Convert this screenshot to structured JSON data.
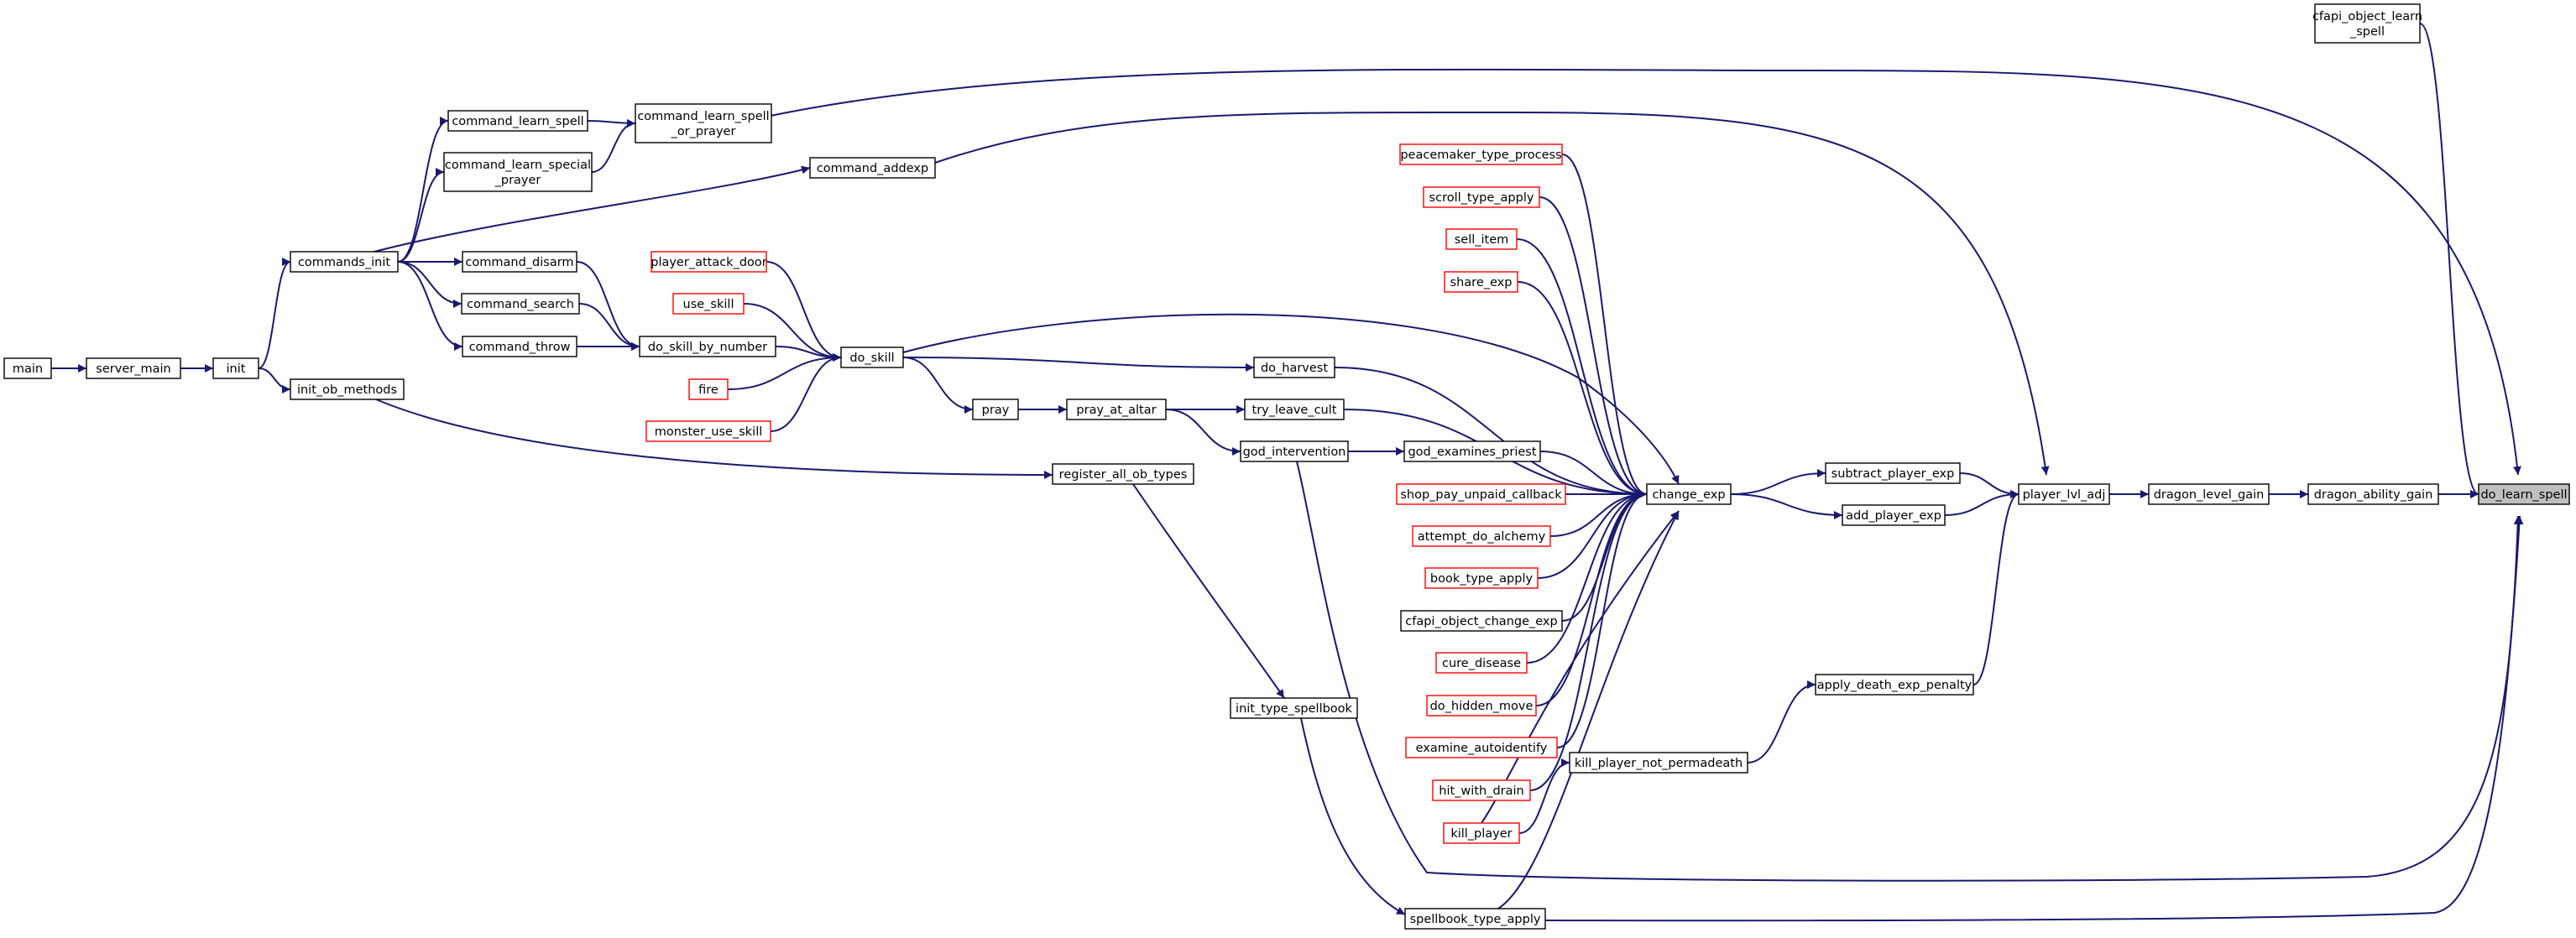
{
  "colors": {
    "edge": "#191970",
    "node_border": "#000000",
    "node_border_incomplete": "#ff0000",
    "node_fill": "#ffffff",
    "focus_fill": "#bfbfbf"
  },
  "graph": {
    "focus_node": "do_learn_spell",
    "nodes": [
      {
        "id": "cfapi_object_learn_spell",
        "lines": [
          "cfapi_object_learn",
          "_spell"
        ],
        "border": "black"
      },
      {
        "id": "do_learn_spell",
        "lines": [
          "do_learn_spell"
        ],
        "border": "black",
        "focus": true
      },
      {
        "id": "dragon_ability_gain",
        "lines": [
          "dragon_ability_gain"
        ],
        "border": "black"
      },
      {
        "id": "dragon_level_gain",
        "lines": [
          "dragon_level_gain"
        ],
        "border": "black"
      },
      {
        "id": "player_lvl_adj",
        "lines": [
          "player_lvl_adj"
        ],
        "border": "black"
      },
      {
        "id": "subtract_player_exp",
        "lines": [
          "subtract_player_exp"
        ],
        "border": "black"
      },
      {
        "id": "add_player_exp",
        "lines": [
          "add_player_exp"
        ],
        "border": "black"
      },
      {
        "id": "apply_death_exp_penalty",
        "lines": [
          "apply_death_exp_penalty"
        ],
        "border": "black"
      },
      {
        "id": "kill_player_not_permadeath",
        "lines": [
          "kill_player_not_permadeath"
        ],
        "border": "black"
      },
      {
        "id": "change_exp",
        "lines": [
          "change_exp"
        ],
        "border": "black"
      },
      {
        "id": "peacemaker_type_process",
        "lines": [
          "peacemaker_type_process"
        ],
        "border": "red"
      },
      {
        "id": "scroll_type_apply",
        "lines": [
          "scroll_type_apply"
        ],
        "border": "red"
      },
      {
        "id": "sell_item",
        "lines": [
          "sell_item"
        ],
        "border": "red"
      },
      {
        "id": "share_exp",
        "lines": [
          "share_exp"
        ],
        "border": "red"
      },
      {
        "id": "god_examines_priest",
        "lines": [
          "god_examines_priest"
        ],
        "border": "black"
      },
      {
        "id": "shop_pay_unpaid_callback",
        "lines": [
          "shop_pay_unpaid_callback"
        ],
        "border": "red"
      },
      {
        "id": "attempt_do_alchemy",
        "lines": [
          "attempt_do_alchemy"
        ],
        "border": "red"
      },
      {
        "id": "book_type_apply",
        "lines": [
          "book_type_apply"
        ],
        "border": "red"
      },
      {
        "id": "cfapi_object_change_exp",
        "lines": [
          "cfapi_object_change_exp"
        ],
        "border": "black"
      },
      {
        "id": "cure_disease",
        "lines": [
          "cure_disease"
        ],
        "border": "red"
      },
      {
        "id": "do_hidden_move",
        "lines": [
          "do_hidden_move"
        ],
        "border": "red"
      },
      {
        "id": "examine_autoidentify",
        "lines": [
          "examine_autoidentify"
        ],
        "border": "red"
      },
      {
        "id": "hit_with_drain",
        "lines": [
          "hit_with_drain"
        ],
        "border": "red"
      },
      {
        "id": "kill_player",
        "lines": [
          "kill_player"
        ],
        "border": "red"
      },
      {
        "id": "do_harvest",
        "lines": [
          "do_harvest"
        ],
        "border": "black"
      },
      {
        "id": "try_leave_cult",
        "lines": [
          "try_leave_cult"
        ],
        "border": "black"
      },
      {
        "id": "god_intervention",
        "lines": [
          "god_intervention"
        ],
        "border": "black"
      },
      {
        "id": "pray_at_altar",
        "lines": [
          "pray_at_altar"
        ],
        "border": "black"
      },
      {
        "id": "pray",
        "lines": [
          "pray"
        ],
        "border": "black"
      },
      {
        "id": "do_skill",
        "lines": [
          "do_skill"
        ],
        "border": "black"
      },
      {
        "id": "player_attack_door",
        "lines": [
          "player_attack_door"
        ],
        "border": "red"
      },
      {
        "id": "use_skill",
        "lines": [
          "use_skill"
        ],
        "border": "red"
      },
      {
        "id": "do_skill_by_number",
        "lines": [
          "do_skill_by_number"
        ],
        "border": "black"
      },
      {
        "id": "fire",
        "lines": [
          "fire"
        ],
        "border": "red"
      },
      {
        "id": "monster_use_skill",
        "lines": [
          "monster_use_skill"
        ],
        "border": "red"
      },
      {
        "id": "command_disarm",
        "lines": [
          "command_disarm"
        ],
        "border": "black"
      },
      {
        "id": "command_search",
        "lines": [
          "command_search"
        ],
        "border": "black"
      },
      {
        "id": "command_throw",
        "lines": [
          "command_throw"
        ],
        "border": "black"
      },
      {
        "id": "commands_init",
        "lines": [
          "commands_init"
        ],
        "border": "black"
      },
      {
        "id": "command_learn_spell",
        "lines": [
          "command_learn_spell"
        ],
        "border": "black"
      },
      {
        "id": "command_learn_special_prayer",
        "lines": [
          "command_learn_special",
          "_prayer"
        ],
        "border": "black"
      },
      {
        "id": "command_learn_spell_or_prayer",
        "lines": [
          "command_learn_spell",
          "_or_prayer"
        ],
        "border": "black"
      },
      {
        "id": "command_addexp",
        "lines": [
          "command_addexp"
        ],
        "border": "black"
      },
      {
        "id": "init",
        "lines": [
          "init"
        ],
        "border": "black"
      },
      {
        "id": "server_main",
        "lines": [
          "server_main"
        ],
        "border": "black"
      },
      {
        "id": "main",
        "lines": [
          "main"
        ],
        "border": "black"
      },
      {
        "id": "init_ob_methods",
        "lines": [
          "init_ob_methods"
        ],
        "border": "black"
      },
      {
        "id": "register_all_ob_types",
        "lines": [
          "register_all_ob_types"
        ],
        "border": "black"
      },
      {
        "id": "init_type_spellbook",
        "lines": [
          "init_type_spellbook"
        ],
        "border": "black"
      },
      {
        "id": "spellbook_type_apply",
        "lines": [
          "spellbook_type_apply"
        ],
        "border": "black"
      }
    ],
    "edges": [
      [
        "cfapi_object_learn_spell",
        "do_learn_spell"
      ],
      [
        "dragon_ability_gain",
        "do_learn_spell"
      ],
      [
        "dragon_level_gain",
        "dragon_ability_gain"
      ],
      [
        "player_lvl_adj",
        "dragon_level_gain"
      ],
      [
        "subtract_player_exp",
        "player_lvl_adj"
      ],
      [
        "add_player_exp",
        "player_lvl_adj"
      ],
      [
        "apply_death_exp_penalty",
        "player_lvl_adj"
      ],
      [
        "command_addexp",
        "player_lvl_adj"
      ],
      [
        "change_exp",
        "subtract_player_exp"
      ],
      [
        "change_exp",
        "add_player_exp"
      ],
      [
        "kill_player_not_permadeath",
        "apply_death_exp_penalty"
      ],
      [
        "kill_player",
        "kill_player_not_permadeath"
      ],
      [
        "peacemaker_type_process",
        "change_exp"
      ],
      [
        "scroll_type_apply",
        "change_exp"
      ],
      [
        "sell_item",
        "change_exp"
      ],
      [
        "share_exp",
        "change_exp"
      ],
      [
        "god_examines_priest",
        "change_exp"
      ],
      [
        "shop_pay_unpaid_callback",
        "change_exp"
      ],
      [
        "attempt_do_alchemy",
        "change_exp"
      ],
      [
        "book_type_apply",
        "change_exp"
      ],
      [
        "cfapi_object_change_exp",
        "change_exp"
      ],
      [
        "cure_disease",
        "change_exp"
      ],
      [
        "do_hidden_move",
        "change_exp"
      ],
      [
        "examine_autoidentify",
        "change_exp"
      ],
      [
        "hit_with_drain",
        "change_exp"
      ],
      [
        "kill_player",
        "change_exp"
      ],
      [
        "do_harvest",
        "change_exp"
      ],
      [
        "try_leave_cult",
        "change_exp"
      ],
      [
        "do_skill",
        "change_exp"
      ],
      [
        "spellbook_type_apply",
        "change_exp"
      ],
      [
        "god_intervention",
        "god_examines_priest"
      ],
      [
        "do_skill",
        "do_harvest"
      ],
      [
        "pray_at_altar",
        "try_leave_cult"
      ],
      [
        "pray_at_altar",
        "god_intervention"
      ],
      [
        "pray",
        "pray_at_altar"
      ],
      [
        "do_skill",
        "pray"
      ],
      [
        "player_attack_door",
        "do_skill"
      ],
      [
        "use_skill",
        "do_skill"
      ],
      [
        "do_skill_by_number",
        "do_skill"
      ],
      [
        "fire",
        "do_skill"
      ],
      [
        "monster_use_skill",
        "do_skill"
      ],
      [
        "command_disarm",
        "do_skill_by_number"
      ],
      [
        "command_search",
        "do_skill_by_number"
      ],
      [
        "command_throw",
        "do_skill_by_number"
      ],
      [
        "commands_init",
        "command_disarm"
      ],
      [
        "commands_init",
        "command_search"
      ],
      [
        "commands_init",
        "command_throw"
      ],
      [
        "commands_init",
        "command_learn_spell"
      ],
      [
        "commands_init",
        "command_learn_special_prayer"
      ],
      [
        "commands_init",
        "command_addexp"
      ],
      [
        "command_learn_spell",
        "command_learn_spell_or_prayer"
      ],
      [
        "command_learn_special_prayer",
        "command_learn_spell_or_prayer"
      ],
      [
        "command_learn_spell_or_prayer",
        "do_learn_spell"
      ],
      [
        "init",
        "commands_init"
      ],
      [
        "init",
        "init_ob_methods"
      ],
      [
        "server_main",
        "init"
      ],
      [
        "main",
        "server_main"
      ],
      [
        "init_ob_methods",
        "register_all_ob_types"
      ],
      [
        "register_all_ob_types",
        "init_type_spellbook"
      ],
      [
        "init_type_spellbook",
        "spellbook_type_apply"
      ],
      [
        "spellbook_type_apply",
        "do_learn_spell"
      ],
      [
        "god_intervention",
        "do_learn_spell"
      ]
    ]
  }
}
